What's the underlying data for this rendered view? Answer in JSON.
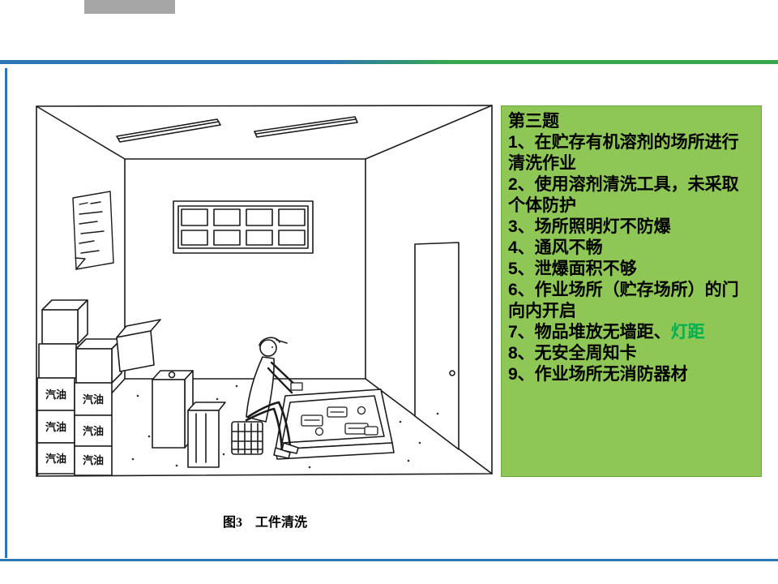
{
  "page": {
    "caption": "图3　工件清洗"
  },
  "drawing": {
    "box_label": "汽油"
  },
  "panel": {
    "title": "第三题",
    "items": [
      {
        "text": "1、在贮存有机溶剂的场所进行清洗作业"
      },
      {
        "text": "2、使用溶剂清洗工具，未采取个体防护"
      },
      {
        "text": "3、场所照明灯不防爆"
      },
      {
        "text": "4、通风不畅"
      },
      {
        "text": "5、泄爆面积不够"
      },
      {
        "text": "6、作业场所（贮存场所）的门向内开启"
      },
      {
        "text": "7、物品堆放无墙距、",
        "highlight": "灯距"
      },
      {
        "text": "8、无安全周知卡"
      },
      {
        "text": "9、作业场所无消防器材"
      }
    ]
  },
  "colors": {
    "panel_background": "#8EC755",
    "panel_border": "#6BA83B",
    "highlight_text": "#00B050",
    "accent_blue": "#2E75B6",
    "accent_green": "#35A84C",
    "top_bar_gray": "#A6A6A6"
  }
}
